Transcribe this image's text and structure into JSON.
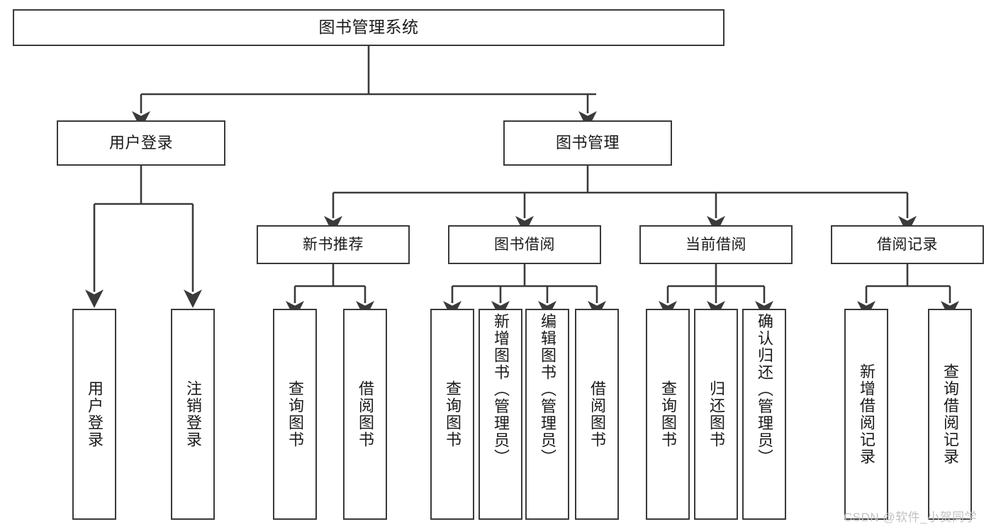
{
  "diagram": {
    "title": "图书管理系统",
    "type": "hierarchy-tree",
    "watermark": "CSDN @软件_小贺同学",
    "colors": {
      "background": "#ffffff",
      "box_border": "#3a3a3a",
      "connector": "#3a3a3a",
      "text": "#1a1a1a",
      "watermark": "#c2c2c2"
    },
    "nodes": {
      "root": {
        "label": "图书管理系统"
      },
      "level2": [
        {
          "label": "用户登录"
        },
        {
          "label": "图书管理"
        }
      ],
      "level3": [
        {
          "label": "新书推荐"
        },
        {
          "label": "图书借阅"
        },
        {
          "label": "当前借阅"
        },
        {
          "label": "借阅记录"
        }
      ],
      "leaves": {
        "user_login": [
          {
            "label": "用户登录"
          },
          {
            "label": "注销登录"
          }
        ],
        "new_book": [
          {
            "label": "查询图书"
          },
          {
            "label": "借阅图书"
          }
        ],
        "book_borrow": [
          {
            "label": "查询图书"
          },
          {
            "label": "新增图书（管理员）"
          },
          {
            "label": "编辑图书（管理员）"
          },
          {
            "label": "借阅图书"
          }
        ],
        "current_borrow": [
          {
            "label": "查询图书"
          },
          {
            "label": "归还图书"
          },
          {
            "label": "确认归还（管理员）"
          }
        ],
        "borrow_record": [
          {
            "label": "新增借阅记录"
          },
          {
            "label": "查询借阅记录"
          }
        ]
      }
    }
  }
}
